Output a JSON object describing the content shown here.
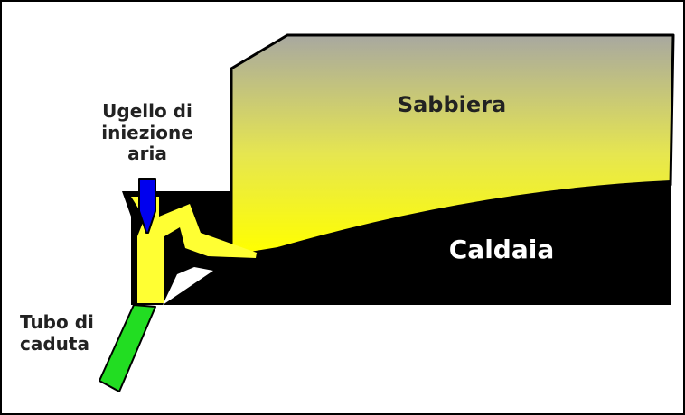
{
  "labels": {
    "nozzle": [
      "Ugello di",
      "iniezione",
      "aria"
    ],
    "sandbox": "Sabbiera",
    "boiler": "Caldaia",
    "tube": [
      "Tubo di",
      "caduta"
    ]
  },
  "colors": {
    "frame": "#000000",
    "sand_top": "#a8a8a0",
    "sand_bottom": "#ffff00",
    "boiler": "#000000",
    "nozzle": "#0000ee",
    "tube": "#22dd22",
    "label_dark": "#222222",
    "label_light": "#ffffff"
  }
}
